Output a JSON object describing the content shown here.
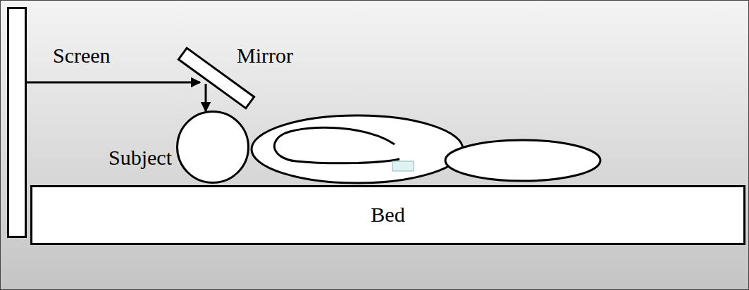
{
  "diagram": {
    "nodes": [
      {
        "text": [
          "Screen"
        ]
      },
      {
        "text": [
          "Mirror"
        ]
      },
      {
        "text": [
          "Subject"
        ]
      },
      {
        "text": [
          "Bed"
        ]
      }
    ],
    "edges": [
      {
        "from": 0,
        "to": 1,
        "arrow": "to"
      },
      {
        "from": 1,
        "to": 2,
        "arrow": "to"
      }
    ]
  }
}
